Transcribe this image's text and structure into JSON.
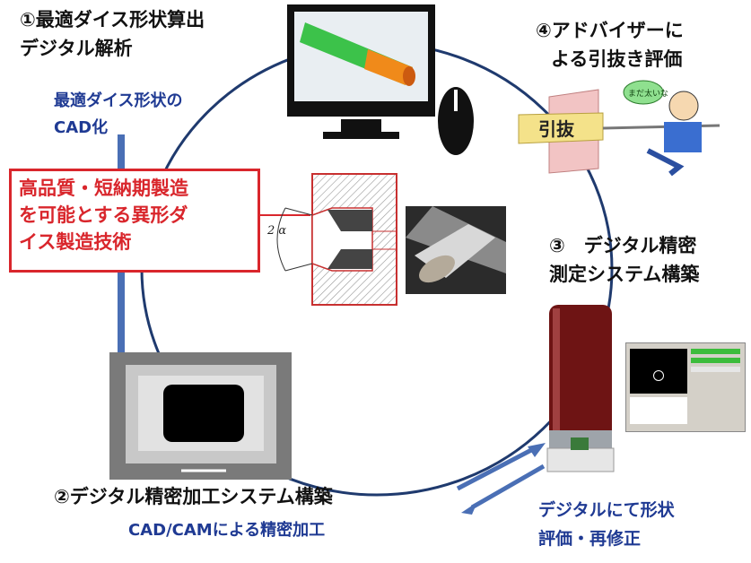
{
  "step1": {
    "title_line1": "①最適ダイス形状算出",
    "title_line2": "デジタル解析",
    "sub_line1": "最適ダイス形状の",
    "sub_line2": "CAD化"
  },
  "center_box": {
    "line1": "高品質・短納期製造",
    "line2": "を可能とする異形ダ",
    "line3": "イス製造技術"
  },
  "die_angle_label": "2 α",
  "step4": {
    "line1": "④アドバイザーに",
    "line2": "よる引抜き評価",
    "balloon": "まだ太いな",
    "tube_text": "引抜"
  },
  "step3": {
    "line1": "③　デジタル精密",
    "line2": "測定システム構築"
  },
  "step2": {
    "line1": "②デジタル精密加工システム構築",
    "sub": "CAD/CAMによる精密加工"
  },
  "feedback": {
    "line1": "デジタルにて形状",
    "line2": "評価・再修正"
  },
  "colors": {
    "accent_red": "#d9262c",
    "accent_blue": "#1f3a93",
    "cycle_line": "#1f3a6e",
    "arrow_blue": "#4a6fb5"
  }
}
